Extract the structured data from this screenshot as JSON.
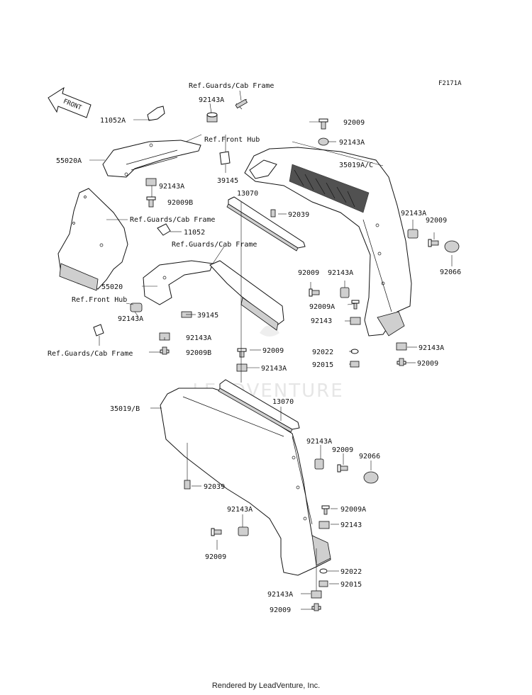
{
  "figure_code": "F2171A",
  "front_arrow_label": "FRONT",
  "watermark": "LEADVENTURE",
  "footer": "Rendered by LeadVenture, Inc.",
  "labels": {
    "ref_guards_top": "Ref.Guards/Cab Frame",
    "p92143A_top": "92143A",
    "p11052A": "11052A",
    "ref_front_hub_top": "Ref.Front Hub",
    "p55020A": "55020A",
    "p39145_top": "39145",
    "p92143A_left1": "92143A",
    "p92009B_top": "92009B",
    "ref_guards_left": "Ref.Guards/Cab Frame",
    "p11052": "11052",
    "ref_guards_mid": "Ref.Guards/Cab Frame",
    "p13070_top": "13070",
    "p92039_top": "92039",
    "p55020": "55020",
    "ref_front_hub_left": "Ref.Front Hub",
    "p39145_mid": "39145",
    "p92143A_left2": "92143A",
    "p92143A_left3": "92143A",
    "ref_guards_bottom": "Ref.Guards/Cab Frame",
    "p92009B_mid": "92009B",
    "p92009_r1": "92009",
    "p92143A_r1": "92143A",
    "p35019AC": "35019A/C",
    "p92143A_r2": "92143A",
    "p92009_r2": "92009",
    "p92066_r": "92066",
    "p92009_r3": "92009",
    "p92143A_r3": "92143A",
    "p92009A_r": "92009A",
    "p92143_r": "92143",
    "p92022_r": "92022",
    "p92015_r": "92015",
    "p92143A_r4": "92143A",
    "p92009_r4": "92009",
    "p92009_c1": "92009",
    "p92143A_c1": "92143A",
    "p35019B": "35019/B",
    "p13070_mid": "13070",
    "p92143A_c2": "92143A",
    "p92009_c2": "92009",
    "p92066_c": "92066",
    "p92039_c": "92039",
    "p92009A_c": "92009A",
    "p92143A_c3": "92143A",
    "p92143_c": "92143",
    "p92009_c3": "92009",
    "p92022_c": "92022",
    "p92015_c": "92015",
    "p92143A_c4": "92143A",
    "p92009_c4": "92009"
  }
}
